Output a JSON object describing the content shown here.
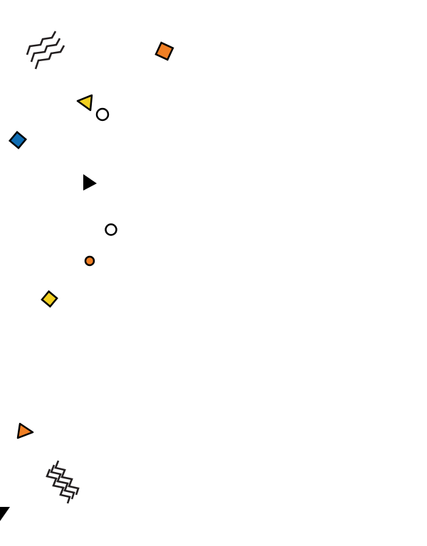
{
  "palette": {
    "background": "#ffffff",
    "outline": "#000000",
    "zigzag": "#231f20",
    "orange": "#f07f24",
    "yellow": "#f2d021",
    "blue": "#0f6db3",
    "black": "#000000"
  },
  "shapes": [
    {
      "kind": "zigzag",
      "name": "zigzag-top"
    },
    {
      "kind": "diamond",
      "color": "orange"
    },
    {
      "kind": "triangle",
      "color": "yellow"
    },
    {
      "kind": "circle",
      "color": "white"
    },
    {
      "kind": "diamond",
      "color": "blue"
    },
    {
      "kind": "triangle",
      "color": "black"
    },
    {
      "kind": "circle",
      "color": "white"
    },
    {
      "kind": "circle",
      "color": "orange"
    },
    {
      "kind": "diamond",
      "color": "yellow"
    },
    {
      "kind": "triangle",
      "color": "orange"
    },
    {
      "kind": "zigzag",
      "name": "zigzag-bottom"
    },
    {
      "kind": "triangle",
      "color": "black"
    }
  ]
}
